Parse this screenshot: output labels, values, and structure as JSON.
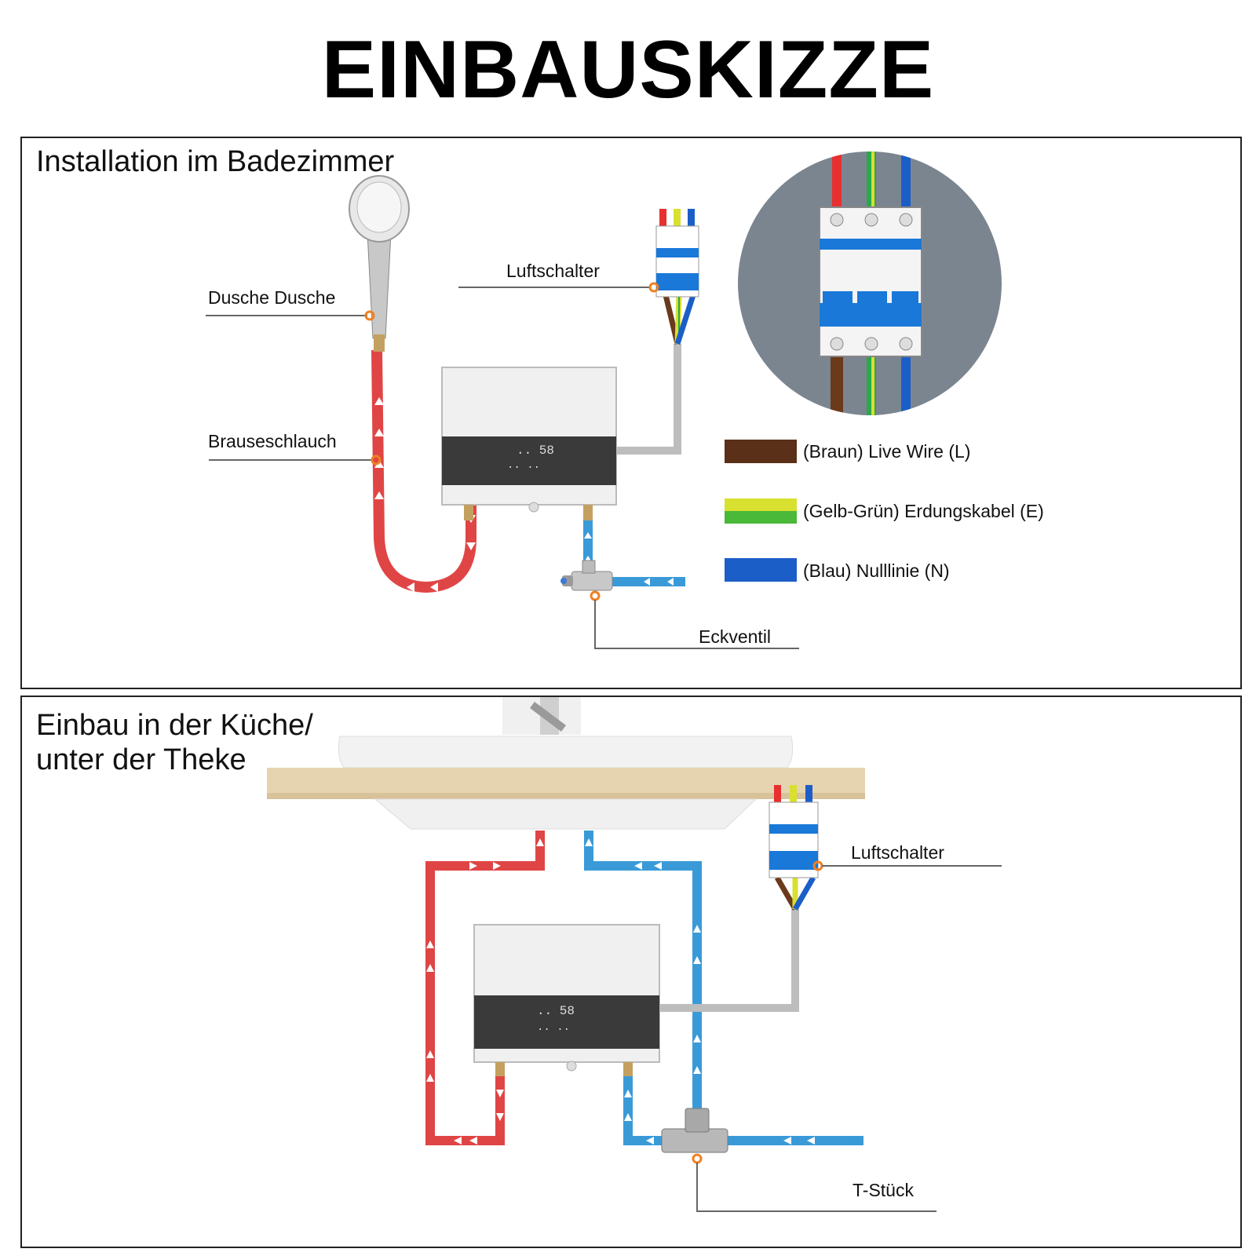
{
  "title": "EINBAUSKIZZE",
  "bathroom": {
    "heading": "Installation im Badezimmer",
    "labels": {
      "shower": "Dusche Dusche",
      "hose": "Brauseschlauch",
      "breaker": "Luftschalter",
      "valve": "Eckventil"
    },
    "legend": [
      {
        "color": "#5a3018",
        "text": "(Braun) Live Wire (L)"
      },
      {
        "color": "#d8e030",
        "text": "(Gelb-Grün) Erdungskabel (E)"
      },
      {
        "color": "#1c5ec8",
        "text": "(Blau) Nulllinie (N)"
      }
    ]
  },
  "kitchen": {
    "heading_line1": "Einbau in der Küche/",
    "heading_line2": "unter der Theke",
    "labels": {
      "breaker": "Luftschalter",
      "tee": "T-Stück"
    }
  },
  "colors": {
    "hot_pipe": "#e04545",
    "cold_pipe": "#3a9ad8",
    "cable": "#bdbdbd",
    "leader": "#666666",
    "marker": "#f08020",
    "breaker_blue": "#1a78d8"
  },
  "icons": [
    "shower-head-icon",
    "circuit-breaker-icon",
    "water-heater-icon",
    "angle-valve-icon",
    "tee-fitting-icon",
    "sink-icon",
    "faucet-icon"
  ]
}
